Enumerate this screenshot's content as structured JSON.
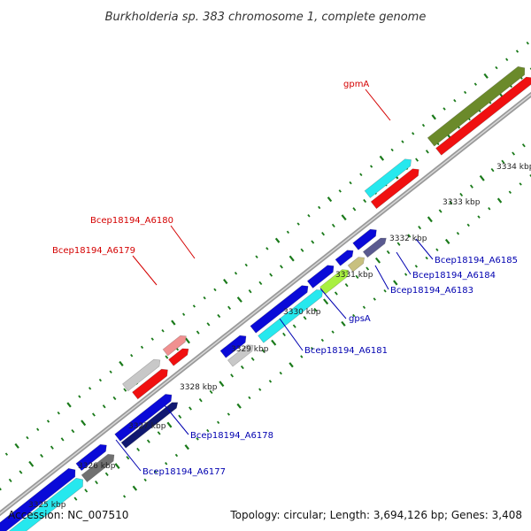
{
  "title": "Burkholderia sp. 383 chromosome 1, complete genome",
  "footer": {
    "accession": "Accession: NC_007510",
    "summary": "Topology: circular; Length: 3,694,126 bp; Genes: 3,408"
  },
  "axis": {
    "tick_labels": [
      "3325 kbp",
      "3326 kbp",
      "3327 kbp",
      "3328 kbp",
      "3329 kbp",
      "3330 kbp",
      "3331 kbp",
      "3332 kbp",
      "3333 kbp",
      "3334 kbp"
    ]
  },
  "gene_labels": [
    {
      "text": "gpmA",
      "color": "#d40000"
    },
    {
      "text": "Bcep18194_A6180",
      "color": "#d40000"
    },
    {
      "text": "Bcep18194_A6179",
      "color": "#d40000"
    },
    {
      "text": "Bcep18194_A6185",
      "color": "#0000b0"
    },
    {
      "text": "Bcep18194_A6184",
      "color": "#0000b0"
    },
    {
      "text": "Bcep18194_A6183",
      "color": "#0000b0"
    },
    {
      "text": "gpsA",
      "color": "#0000b0"
    },
    {
      "text": "Bcep18194_A6181",
      "color": "#0000b0"
    },
    {
      "text": "Bcep18194_A6178",
      "color": "#0000b0"
    },
    {
      "text": "Bcep18194_A6177",
      "color": "#0000b0"
    }
  ],
  "colors": {
    "backbone": "#909090",
    "tick": "#1a7a1a",
    "blue": "#0a0ad8",
    "cyan": "#26e8ee",
    "red": "#f01010",
    "olive": "#6b8a2a",
    "gray": "#c8c8c8",
    "pink": "#f09090",
    "lime": "#a8f040",
    "khaki": "#c8c080",
    "slate": "#5a5a90",
    "darkgray": "#707070",
    "navy": "#101870"
  }
}
